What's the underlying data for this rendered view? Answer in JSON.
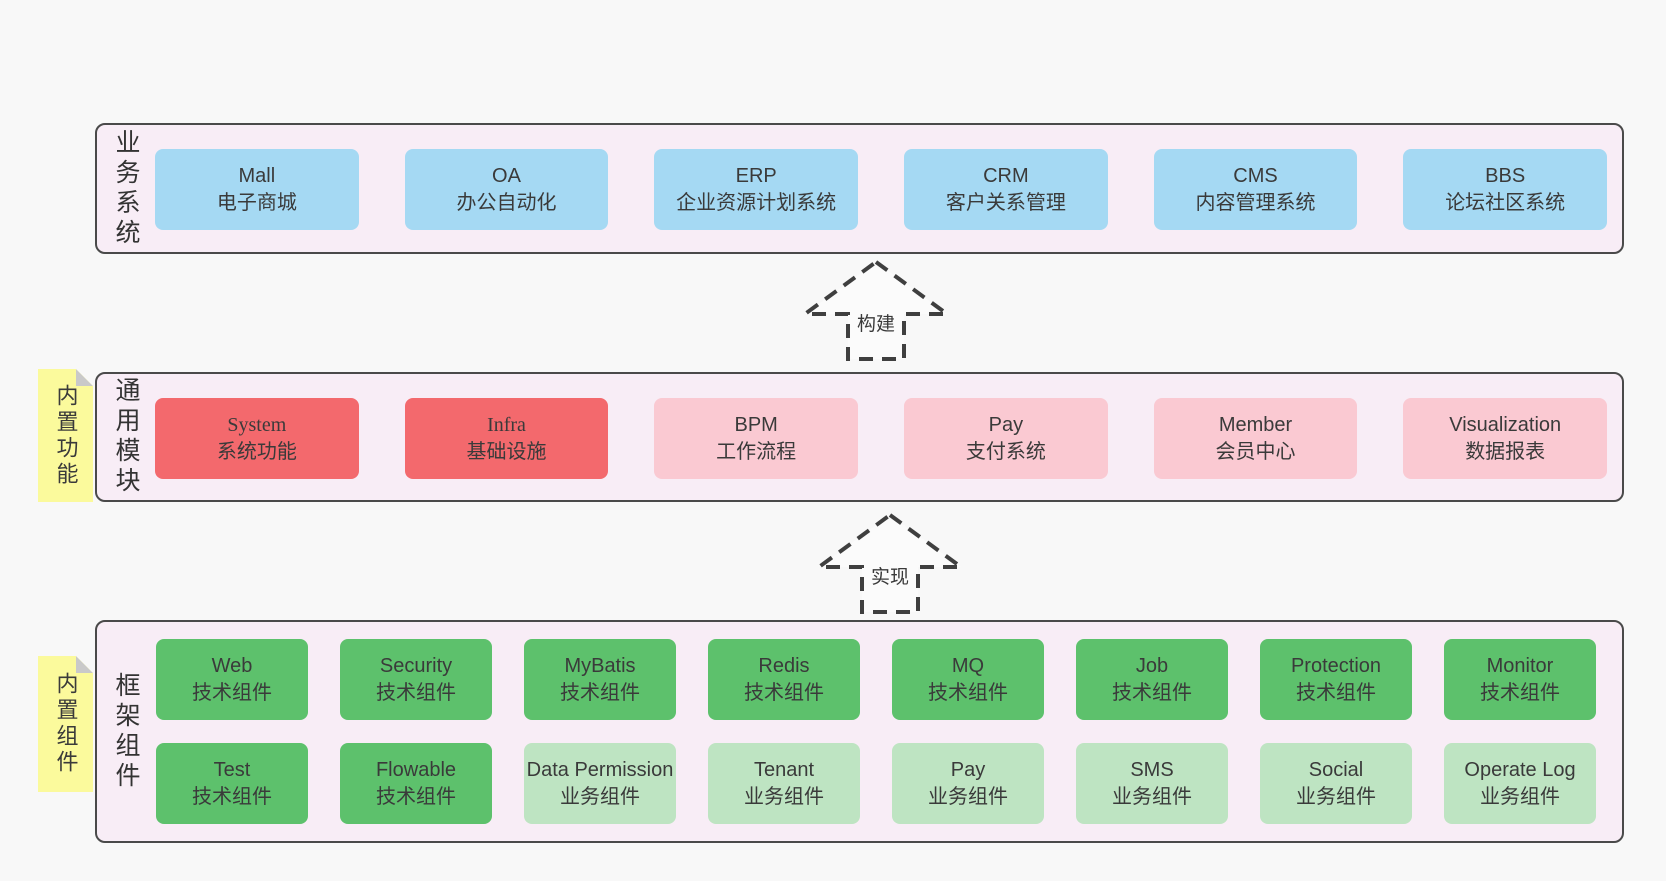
{
  "layers": [
    {
      "label": "业务系统",
      "boxes": [
        {
          "name": "Mall",
          "desc": "电子商城"
        },
        {
          "name": "OA",
          "desc": "办公自动化"
        },
        {
          "name": "ERP",
          "desc": "企业资源计划系统"
        },
        {
          "name": "CRM",
          "desc": "客户关系管理"
        },
        {
          "name": "CMS",
          "desc": "内容管理系统"
        },
        {
          "name": "BBS",
          "desc": "论坛社区系统"
        }
      ]
    },
    {
      "label": "通用模块",
      "note": "内置功能",
      "boxes": [
        {
          "name": "System",
          "desc": "系统功能"
        },
        {
          "name": "Infra",
          "desc": "基础设施"
        },
        {
          "name": "BPM",
          "desc": "工作流程"
        },
        {
          "name": "Pay",
          "desc": "支付系统"
        },
        {
          "name": "Member",
          "desc": "会员中心"
        },
        {
          "name": "Visualization",
          "desc": "数据报表"
        }
      ]
    },
    {
      "label": "框架组件",
      "note": "内置组件",
      "rows": [
        [
          {
            "name": "Web",
            "desc": "技术组件"
          },
          {
            "name": "Security",
            "desc": "技术组件"
          },
          {
            "name": "MyBatis",
            "desc": "技术组件"
          },
          {
            "name": "Redis",
            "desc": "技术组件"
          },
          {
            "name": "MQ",
            "desc": "技术组件"
          },
          {
            "name": "Job",
            "desc": "技术组件"
          },
          {
            "name": "Protection",
            "desc": "技术组件"
          },
          {
            "name": "Monitor",
            "desc": "技术组件"
          }
        ],
        [
          {
            "name": "Test",
            "desc": "技术组件"
          },
          {
            "name": "Flowable",
            "desc": "技术组件"
          },
          {
            "name": "Data Permission",
            "desc": "业务组件"
          },
          {
            "name": "Tenant",
            "desc": "业务组件"
          },
          {
            "name": "Pay",
            "desc": "业务组件"
          },
          {
            "name": "SMS",
            "desc": "业务组件"
          },
          {
            "name": "Social",
            "desc": "业务组件"
          },
          {
            "name": "Operate Log",
            "desc": "业务组件"
          }
        ]
      ]
    }
  ],
  "arrows": [
    {
      "label": "构建"
    },
    {
      "label": "实现"
    }
  ],
  "colors": {
    "page_bg": "#f8f8f8",
    "panel_bg": "#f8edf6",
    "panel_border": "#4a4a4a",
    "blue": "#a5d9f3",
    "red": "#f3696d",
    "pink": "#fac9d2",
    "green": "#5dc16c",
    "green_light": "#bee4c2",
    "note_yellow": "#fbfa9c"
  }
}
